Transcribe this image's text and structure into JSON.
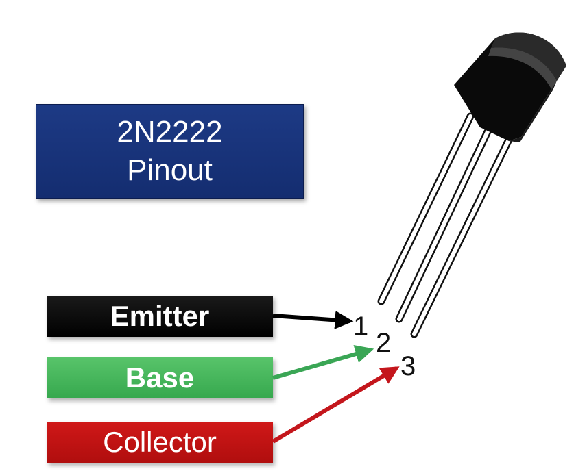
{
  "title": {
    "line1": "2N2222",
    "line2": "Pinout"
  },
  "pins": [
    {
      "number": "1",
      "label": "Emitter",
      "color": "#000000"
    },
    {
      "number": "2",
      "label": "Base",
      "color": "#3aa655"
    },
    {
      "number": "3",
      "label": "Collector",
      "color": "#c4161c"
    }
  ],
  "component": {
    "icon": "to-92-transistor"
  }
}
